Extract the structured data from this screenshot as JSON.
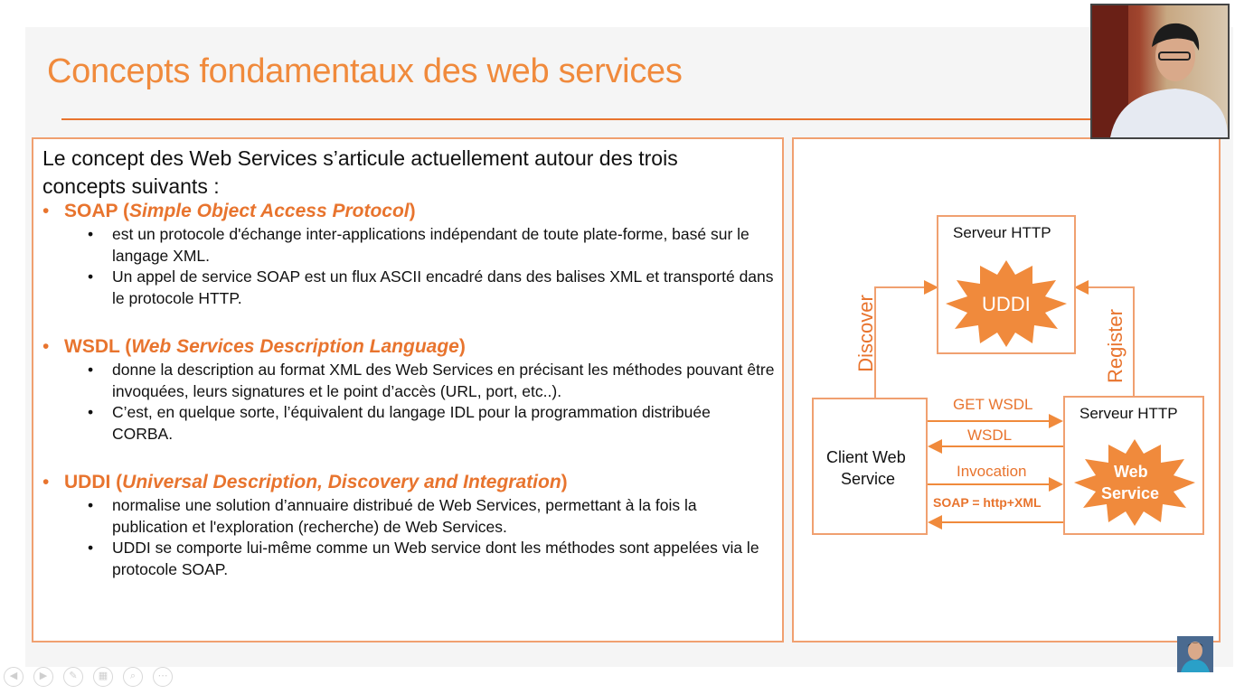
{
  "slide": {
    "title": "Concepts fondamentaux des web services",
    "intro": "Le concept des Web Services s’articule actuellement autour des trois concepts suivants :",
    "sections": [
      {
        "acronym": "SOAP",
        "open": " (",
        "expansion": "Simple Object Access Protocol",
        "close": ")",
        "bullets": [
          "est un protocole d'échange inter-applications indépendant de toute plate-forme, basé sur le langage XML.",
          "Un appel de service SOAP est un flux ASCII encadré dans des balises XML et transporté dans le protocole HTTP."
        ]
      },
      {
        "acronym": "WSDL",
        "open": " (",
        "expansion": "Web Services Description Language",
        "close": ")",
        "bullets": [
          "donne la description au format XML des Web Services en précisant les méthodes pouvant être invoquées, leurs signatures et le point d’accès (URL, port, etc..).",
          "C’est, en quelque sorte, l’équivalent du langage IDL pour la programmation distribuée CORBA."
        ]
      },
      {
        "acronym": "UDDI",
        "open": " (",
        "expansion": "Universal Description, Discovery and Integration",
        "close": ")",
        "bullets": [
          "normalise une solution d’annuaire distribué de Web Services, permettant à la fois la publication et l'exploration (recherche) de Web Services.",
          "UDDI se comporte lui-même comme un Web service dont les méthodes sont appelées via le protocole SOAP."
        ]
      }
    ],
    "bullet_glyph": "•"
  },
  "diagram": {
    "top_server_label": "Serveur HTTP",
    "uddi_label": "UDDI",
    "right_server_label": "Serveur HTTP",
    "web_service_line1": "Web",
    "web_service_line2": "Service",
    "client_line1": "Client Web",
    "client_line2": "Service",
    "discover_label": "Discover",
    "register_label": "Register",
    "get_wsdl_label": "GET WSDL",
    "wsdl_label": "WSDL",
    "invocation_label": "Invocation",
    "soap_label": "SOAP = http+XML"
  },
  "player": {
    "controls": [
      "prev-icon",
      "play-icon",
      "pen-icon",
      "slides-icon",
      "zoom-icon",
      "more-icon"
    ]
  },
  "colors": {
    "accent": "#e8742e",
    "border": "#f0a070",
    "starburst": "#f08a3c"
  }
}
